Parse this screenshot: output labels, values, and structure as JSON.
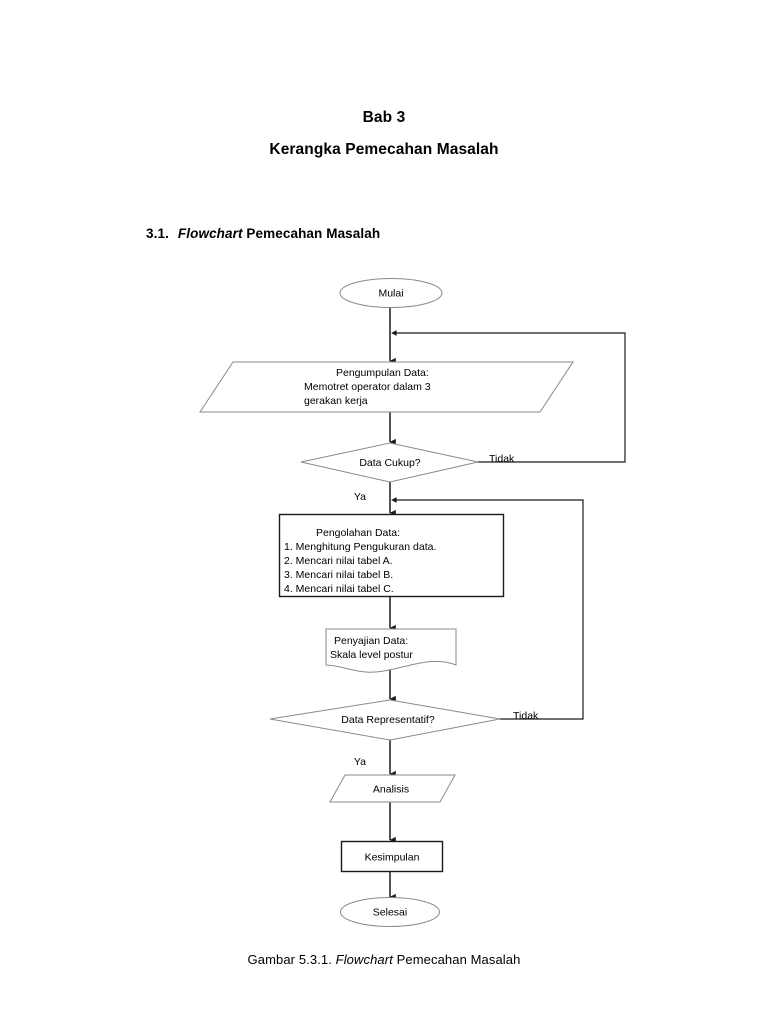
{
  "document": {
    "chapter_label": "Bab 3",
    "chapter_title": "Kerangka Pemecahan Masalah",
    "section": {
      "number": "3.1.",
      "title_italic": "Flowchart",
      "title_rest": " Pemecahan Masalah"
    },
    "caption": {
      "prefix": "Gambar 5.3.1. ",
      "italic": "Flowchart",
      "suffix": " Pemecahan Masalah"
    }
  },
  "flowchart": {
    "nodes": {
      "start": {
        "label": "Mulai",
        "shape": "terminator-ellipse"
      },
      "collect": {
        "shape": "input-parallelogram",
        "line1": "Pengumpulan Data:",
        "line2": "Memotret operator dalam 3",
        "line3": "gerakan kerja"
      },
      "decision_enough": {
        "label": "Data Cukup?",
        "shape": "decision-diamond"
      },
      "process": {
        "shape": "process-rectangle",
        "title": "Pengolahan Data:",
        "items": [
          "1. Menghitung Pengukuran data.",
          "2. Mencari nilai tabel A.",
          "3. Mencari nilai tabel B.",
          "4. Mencari nilai tabel C."
        ]
      },
      "present": {
        "shape": "document-wavy",
        "line1": "Penyajian Data:",
        "line2": "Skala level postur"
      },
      "decision_representative": {
        "label": "Data Representatif?",
        "shape": "decision-diamond"
      },
      "analysis": {
        "label": "Analisis",
        "shape": "input-parallelogram"
      },
      "conclusion": {
        "label": "Kesimpulan",
        "shape": "process-rectangle"
      },
      "end": {
        "label": "Selesai",
        "shape": "terminator-ellipse"
      }
    },
    "edge_labels": {
      "no_1": "Tidak",
      "yes_1": "Ya",
      "no_2": "Tidak",
      "yes_2": "Ya"
    },
    "colors": {
      "shape_stroke": "#8a8a8a",
      "shape_stroke_dark": "#1a1a1a",
      "connector": "#1a1a1a",
      "page_background": "#ffffff",
      "text": "#000000"
    }
  }
}
